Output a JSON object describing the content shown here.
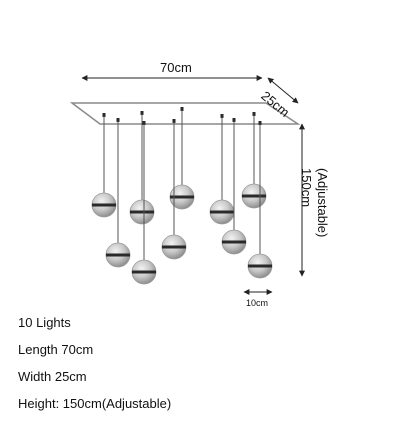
{
  "dimensions": {
    "width": "70cm",
    "depth": "25cm",
    "height_adjustable": "(Adjustable)",
    "height": "150cm",
    "ball_diameter": "10cm"
  },
  "fixture": {
    "light_count": 10,
    "canopy_color": "#8a8a8a",
    "cable_color": "#555555",
    "globe_color": "#c7c7c7",
    "band_color": "#2a2a2a"
  },
  "specs": [
    "10 Lights",
    "Length 70cm",
    "Width 25cm",
    "Height: 150cm(Adjustable)"
  ]
}
